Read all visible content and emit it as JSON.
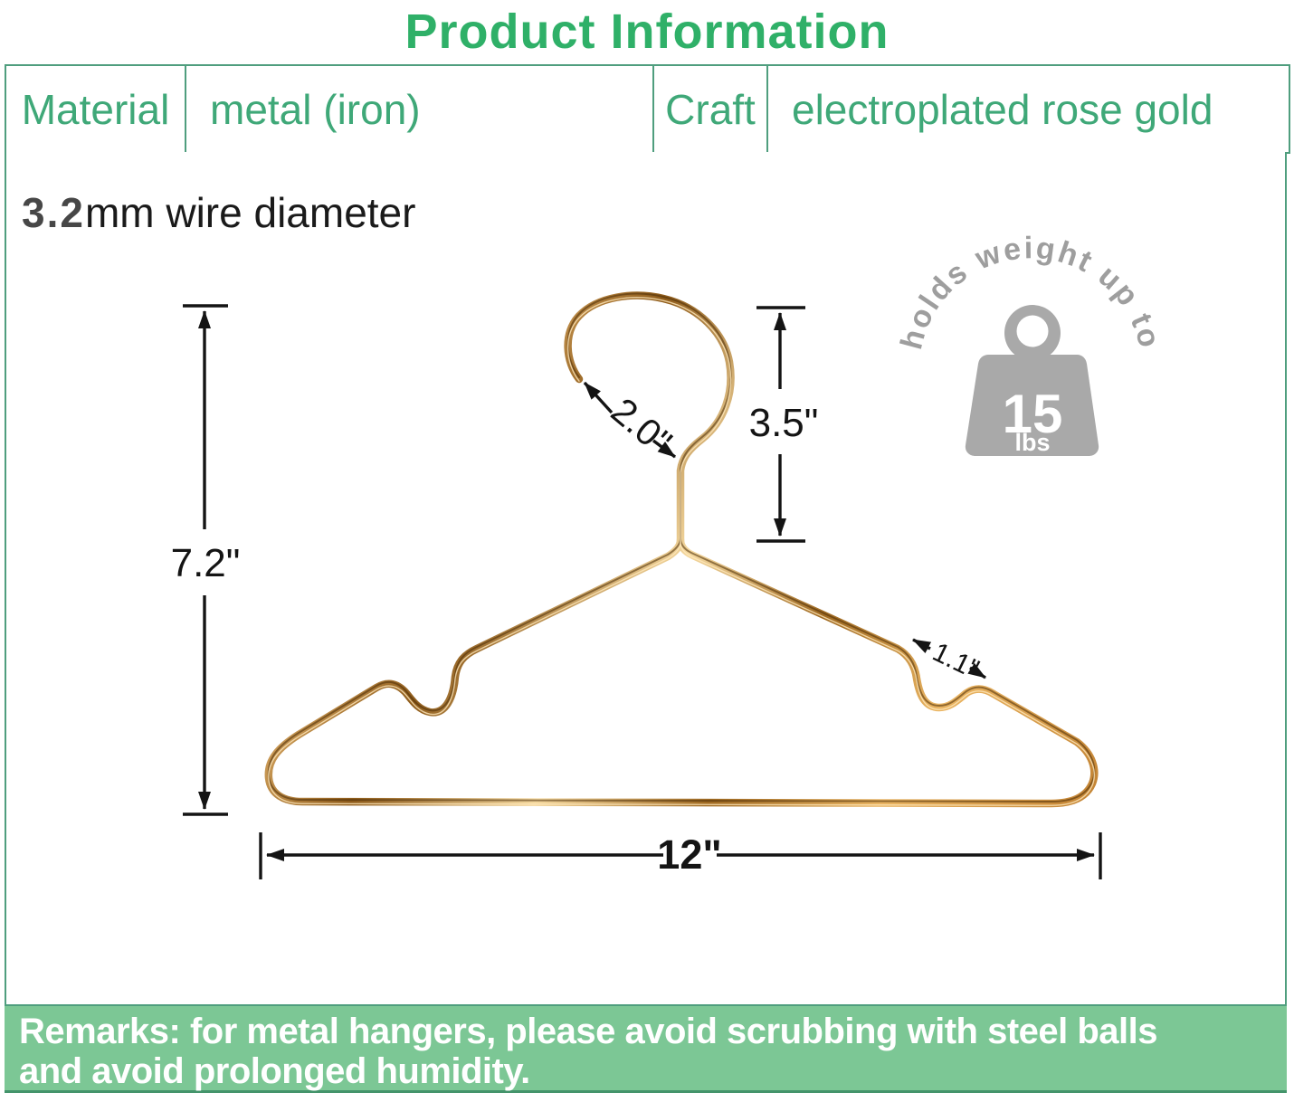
{
  "header": {
    "title": "Product Information"
  },
  "spec_table": {
    "material_label": "Material",
    "material_value": "metal (iron)",
    "craft_label": "Craft",
    "craft_value": "electroplated rose gold"
  },
  "wire_note": {
    "value": "3.2",
    "text": "mm wire diameter"
  },
  "dimensions": {
    "overall_height": "7.2\"",
    "hook_height": "3.5\"",
    "hook_width": "2.0\"",
    "notch_width": "1.1\"",
    "overall_width": "12\""
  },
  "weight_badge": {
    "arc_text": "holds weight up to",
    "value": "15",
    "unit": "lbs"
  },
  "remarks": {
    "line1": "Remarks: for metal hangers, please avoid scrubbing with steel balls",
    "line2": "and avoid prolonged humidity."
  },
  "colors": {
    "accent_green": "#2fb068",
    "table_green": "#3fa878",
    "border_green": "#4f9e7e",
    "remarks_bg": "#7cc795",
    "wire_gold": "#d99a45",
    "badge_gray": "#a9a9a9"
  }
}
